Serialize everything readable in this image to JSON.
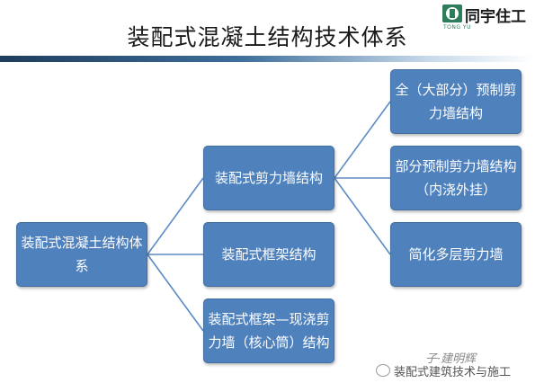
{
  "header": {
    "title": "装配式混凝土结构技术体系",
    "logo_text": "同宇住工",
    "logo_sub": "TONG YU",
    "accent_color": "#2e7d5b"
  },
  "diagram": {
    "node_color": "#4f81bd",
    "line_color": "#5b8cc4",
    "root": {
      "label": "装配式混凝土结构体系"
    },
    "level1": [
      {
        "label": "装配式剪力墙结构"
      },
      {
        "label": "装配式框架结构"
      },
      {
        "label": "装配式框架—现浇剪力墙（核心筒）结构"
      }
    ],
    "level2": [
      {
        "label": "全（大部分）预制剪力墙结构"
      },
      {
        "label": "部分预制剪力墙结构（内浇外挂）"
      },
      {
        "label": "简化多层剪力墙"
      }
    ]
  },
  "footer": {
    "stamp": "子·建明辉",
    "text": "装配式建筑技术与施工"
  }
}
